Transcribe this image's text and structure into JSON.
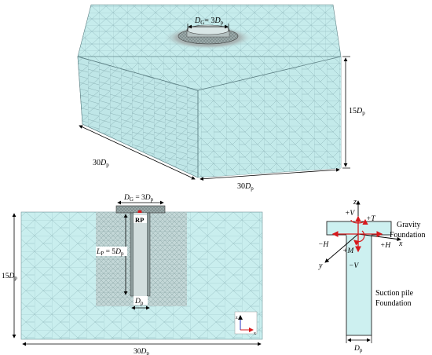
{
  "top_block": {
    "diameter_label": "D",
    "diameter_sub": "G",
    "diameter_eq": "= 3",
    "diameter_unit": "D",
    "diameter_unit_sub": "p",
    "height_label": "15",
    "height_unit": "D",
    "height_sub": "p",
    "depth_label": "30",
    "depth_unit": "D",
    "depth_sub": "p",
    "width_label": "30",
    "width_unit": "D",
    "width_sub": "p"
  },
  "section": {
    "diameter_label": "D",
    "diameter_sub": "G",
    "diameter_eq": " = 3",
    "diameter_unit": "D",
    "diameter_unit_sub": "p",
    "rp_label": "RP",
    "length_label": "L",
    "length_sub": "P",
    "length_eq": " = 5",
    "length_unit": "D",
    "length_unit_sub": "p",
    "pile_d_label": "D",
    "pile_d_sub": "p",
    "height_label": "15",
    "height_unit": "D",
    "height_sub": "p",
    "width_label": "30",
    "width_unit": "D",
    "width_sub": "p",
    "axis_z": "z",
    "axis_x": "x"
  },
  "schematic": {
    "axis_z": "z",
    "axis_x": "x",
    "axis_y": "y",
    "plus_v": "+V",
    "minus_v": "−V",
    "plus_t": "+T",
    "plus_h": "+H",
    "minus_h": "−H",
    "plus_m": "+M",
    "gravity_line1": "Gravity",
    "gravity_line2": "Foundation",
    "suction_line1": "Suction pile",
    "suction_line2": "Foundation",
    "dp_label": "D",
    "dp_sub": "p"
  },
  "colors": {
    "mesh_fill": "#c6ecec",
    "mesh_line": "#8fb9bd",
    "dense_fill": "#b8c8c8",
    "force_red": "#d7191c",
    "schematic_fill": "#cdf0f0"
  }
}
